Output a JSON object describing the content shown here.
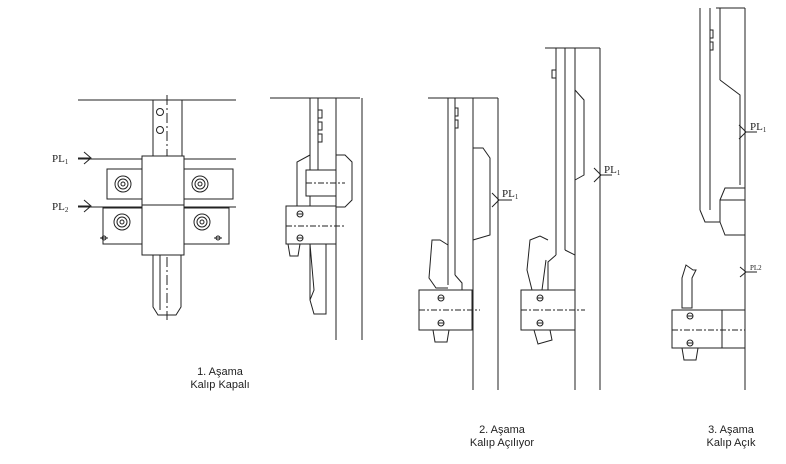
{
  "stages": [
    {
      "step": "1. Aşama",
      "state": "Kalıp Kapalı"
    },
    {
      "step": "2. Aşama",
      "state": "Kalıp Açılıyor"
    },
    {
      "step": "3. Aşama",
      "state": "Kalıp Açık"
    }
  ],
  "parting_lines": {
    "pl1_prefix": "PL",
    "pl1_sub": "1",
    "pl2_prefix": "PL",
    "pl2_sub": "2",
    "pl2_small": "PL2"
  }
}
